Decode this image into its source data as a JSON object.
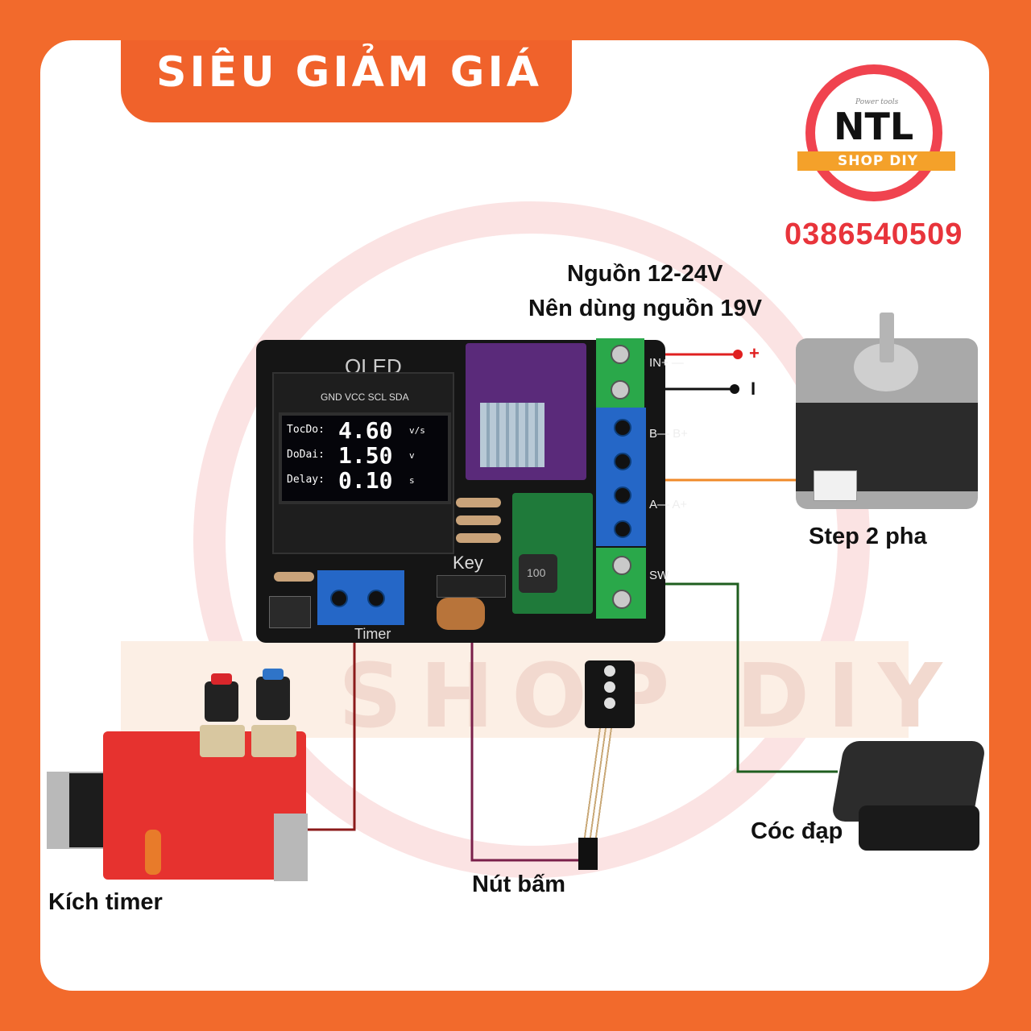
{
  "banner": {
    "text": "SIÊU GIẢM GIÁ"
  },
  "logo": {
    "tagline": "Power tools",
    "brand": "NTL",
    "ribbon": "SHOP DIY"
  },
  "phone": "0386540509",
  "watermark": {
    "text": "SHOP DIY"
  },
  "labels": {
    "power_line1": "Nguồn 12-24V",
    "power_line2": "Nên dùng nguồn 19V",
    "plus": "+",
    "minus": "I",
    "stepper": "Step 2 pha",
    "pedal": "Cóc đạp",
    "button": "Nút bấm",
    "timer_trigger": "Kích timer"
  },
  "board": {
    "oled_label": "OLED",
    "oled_pins": "GND VCC SCL SDA",
    "key_label": "Key",
    "timer_label": "Timer",
    "terminal_in": "IN+ —",
    "terminal_b": "B— B+",
    "terminal_a": "A— A+",
    "terminal_sw": "SW",
    "inductor_code": "100"
  },
  "oled": {
    "rows": [
      {
        "key": "TocDo:",
        "value": "4.60",
        "unit": "v/s"
      },
      {
        "key": "DoDai:",
        "value": "1.50",
        "unit": "v"
      },
      {
        "key": "Delay:",
        "value": "0.10",
        "unit": "s"
      }
    ]
  },
  "colors": {
    "brand_orange": "#f26a2c",
    "power_positive": "#e02020",
    "power_negative": "#111111",
    "stepper_wire": "#f08a2a",
    "pedal_wire": "#1f5e1f",
    "button_wire": "#7a1f4a",
    "timer_wire": "#8b1a1a"
  }
}
